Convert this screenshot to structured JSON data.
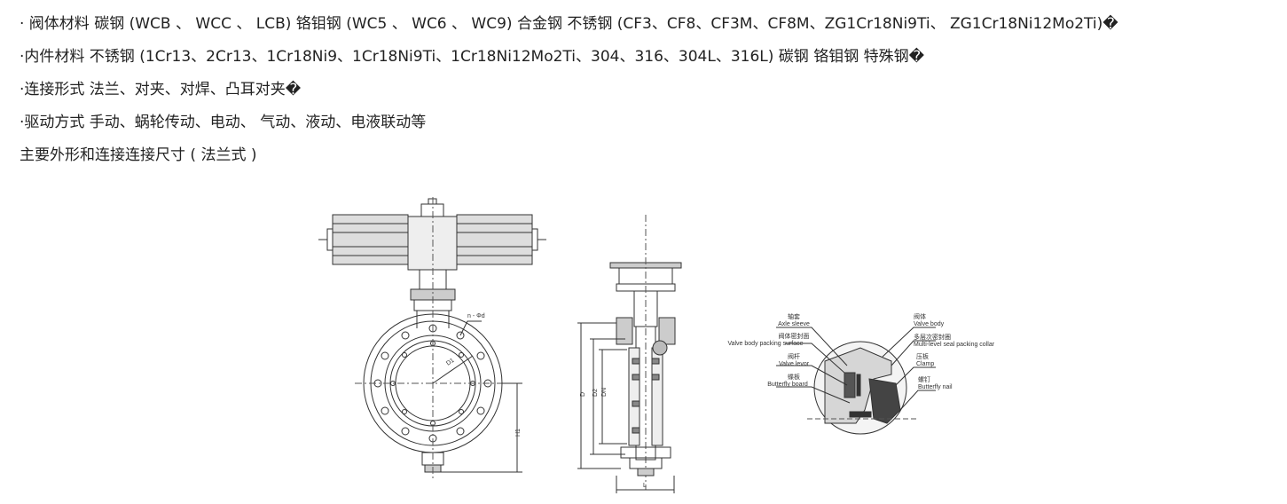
{
  "spec_lines": [
    "· 阀体材料 碳钢 (WCB 、 WCC 、 LCB) 铬钼钢 (WC5 、 WC6 、 WC9) 合金钢 不锈钢 (CF3、CF8、CF3M、CF8M、ZG1Cr18Ni9Ti、 ZG1Cr18Ni12Mo2Ti)�",
    "·内件材料 不锈钢 (1Cr13、2Cr13、1Cr18Ni9、1Cr18Ni9Ti、1Cr18Ni12Mo2Ti、304、316、304L、316L) 碳钢 铬钼钢 特殊钢�",
    "·连接形式 法兰、对夹、对焊、凸耳对夹�",
    "·驱动方式 手动、蜗轮传动、电动、 气动、液动、电液联动等",
    "主要外形和连接连接尺寸 ( 法兰式 )"
  ],
  "drawing": {
    "front_labels": {
      "holes": "n - Φd",
      "pcd": "D1",
      "height": "H1"
    },
    "side_labels": {
      "d": "D",
      "d2": "D2",
      "dn": "DN",
      "length": "L"
    },
    "detail_labels": [
      {
        "cn": "轴套",
        "en": "Axle sleeve"
      },
      {
        "cn": "阀体密封面",
        "en": "Valve body packing surface"
      },
      {
        "cn": "阀杆",
        "en": "Valve levor"
      },
      {
        "cn": "蝶板",
        "en": "Butterfly board"
      },
      {
        "cn": "阀体",
        "en": "Valve body"
      },
      {
        "cn": "多层次密封圈",
        "en": "Multi-level seal packing collar"
      },
      {
        "cn": "压板",
        "en": "Clamp"
      },
      {
        "cn": "螺钉",
        "en": "Butterfly nail"
      }
    ]
  }
}
